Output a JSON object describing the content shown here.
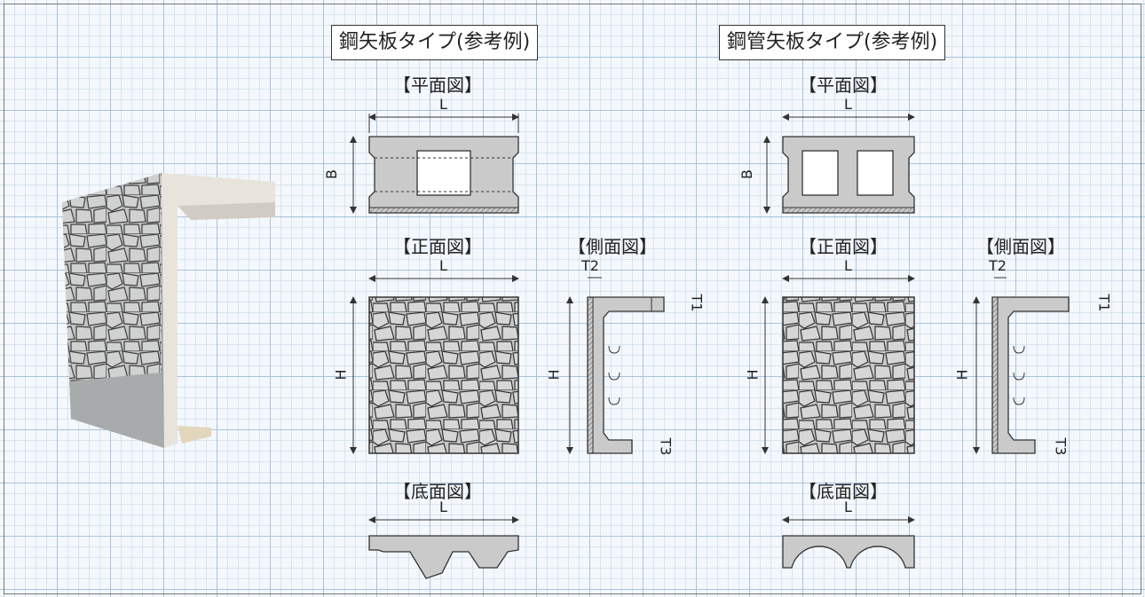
{
  "types": [
    {
      "title": "鋼矢板タイプ(参考例)",
      "plan": "【平面図】",
      "front": "【正面図】",
      "side": "【側面図】",
      "bottom": "【底面図】"
    },
    {
      "title": "鋼管矢板タイプ(参考例)",
      "plan": "【平面図】",
      "front": "【正面図】",
      "side": "【側面図】",
      "bottom": "【底面図】"
    }
  ],
  "dims": {
    "L": "L",
    "B": "B",
    "H": "H",
    "T1": "T1",
    "T2": "T2",
    "T3": "T3"
  },
  "colors": {
    "concrete": "#c9c9c9",
    "outline": "#333333",
    "grid_major": "#a9c3dc",
    "grid_minor": "#d7e4f0"
  }
}
